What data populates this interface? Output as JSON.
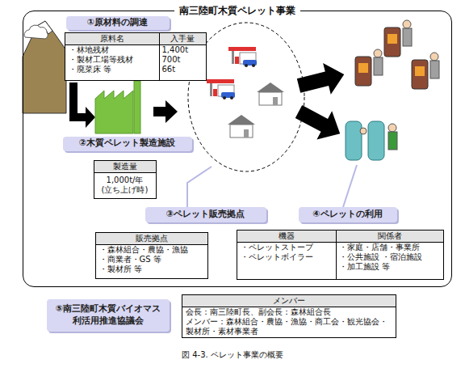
{
  "diagram": {
    "caption": "図 4-3. ペレット事業の概要",
    "nodes": [
      {
        "text": [
          "南三陸町木質ペレット事業"
        ]
      },
      {
        "text": [
          "①原材料の調達"
        ],
        "in": 0
      },
      {
        "text": [
          "原料名",
          "入手量",
          "・林地残材",
          "1,400t",
          "・製材工場等残材",
          "700t",
          "・廃菜床 等",
          "66t"
        ],
        "in": 0
      },
      {
        "text": [
          "②木質ペレット製造施設"
        ],
        "in": 0
      },
      {
        "text": [
          "製造量",
          "1,000t/年 (立ち上げ時)"
        ],
        "in": 0
      },
      {
        "text": [
          "③ペレット販売拠点"
        ],
        "in": 0
      },
      {
        "text": [
          "販売拠点",
          "・森林組合・農協・漁協",
          "・商業者・GS 等",
          "・製材所 等"
        ],
        "in": 0
      },
      {
        "text": [
          "④ペレットの利用"
        ],
        "in": 0
      },
      {
        "text": [
          "機器",
          "関係者",
          "・ペレットストーブ",
          "・ペレットボイラー",
          "・家庭・店舗・事業所",
          "・公共施設 ・宿泊施設",
          "・加工施設 等"
        ],
        "in": 0
      },
      {
        "text": [
          "⑤南三陸町木質バイオマス 利活用推進協議会"
        ]
      },
      {
        "text": [
          "メンバー",
          "会長：南三陸町長、副会長：森林組合長",
          "メンバー：森林組合・農協・漁協・商工会・観光協会・製材所・素材事業者"
        ]
      }
    ]
  }
}
